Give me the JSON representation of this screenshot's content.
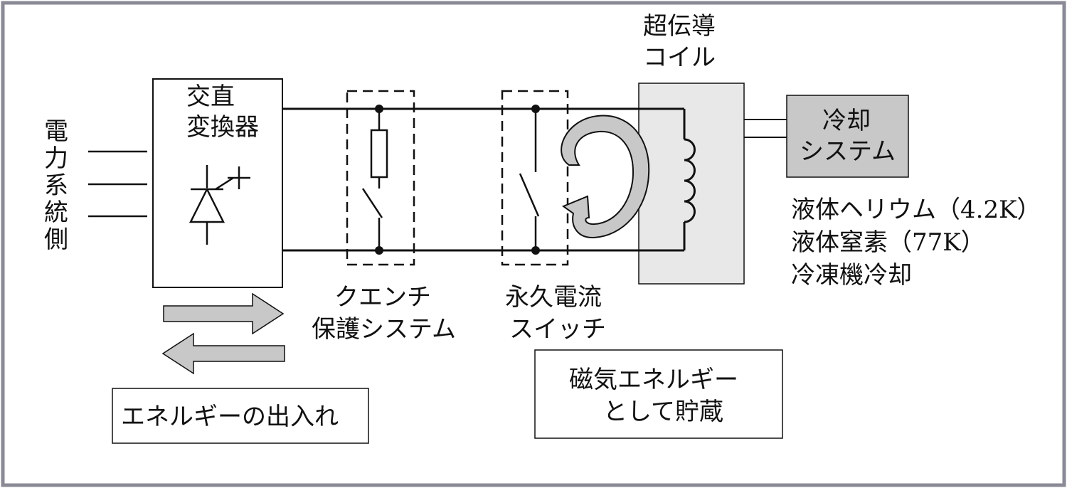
{
  "grid_label": [
    "電",
    "力",
    "系",
    "統",
    "側"
  ],
  "converter": {
    "line1": "交直",
    "line2": "変換器"
  },
  "quench": {
    "line1": "クエンチ",
    "line2": "保護システム"
  },
  "persistent_switch": {
    "line1": "永久電流",
    "line2": "スイッチ"
  },
  "coil": {
    "line1": "超伝導",
    "line2": "コイル"
  },
  "cooling": {
    "line1": "冷却",
    "line2": "システム"
  },
  "cooling_methods": [
    "液体ヘリウム（4.2K）",
    "液体窒素（77K）",
    "冷凍機冷却"
  ],
  "energy_io": "エネルギーの出入れ",
  "magnetic_storage": {
    "line1": "磁気エネルギー",
    "line2": "として貯蔵"
  },
  "colors": {
    "frame": "#8a8a96",
    "coil_fill": "#e8e8e8",
    "cooling_fill": "#c8c8c8",
    "arrow_fill": "#c8c8c8",
    "line": "#111111"
  }
}
